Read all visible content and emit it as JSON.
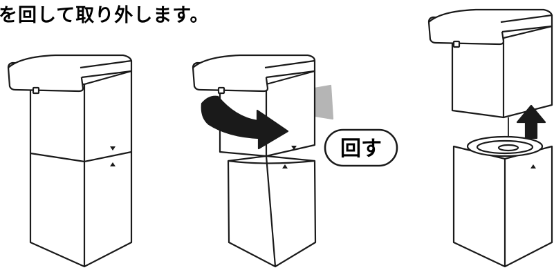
{
  "instruction": {
    "text": "を回して取り外します。"
  },
  "callout": {
    "text": "回す"
  },
  "steps": [
    {
      "state": "assembled"
    },
    {
      "state": "rotating"
    },
    {
      "state": "separated"
    }
  ],
  "colors": {
    "stroke": "#1a1a1a",
    "rotate_arrow": "#1a1a1a",
    "back_arrow": "#b5b5b5",
    "lift_arrow": "#1a1a1a",
    "fill": "#ffffff"
  },
  "icons": [
    "rotate-arrow-icon",
    "lift-arrow-icon",
    "alignment-mark-icon"
  ]
}
